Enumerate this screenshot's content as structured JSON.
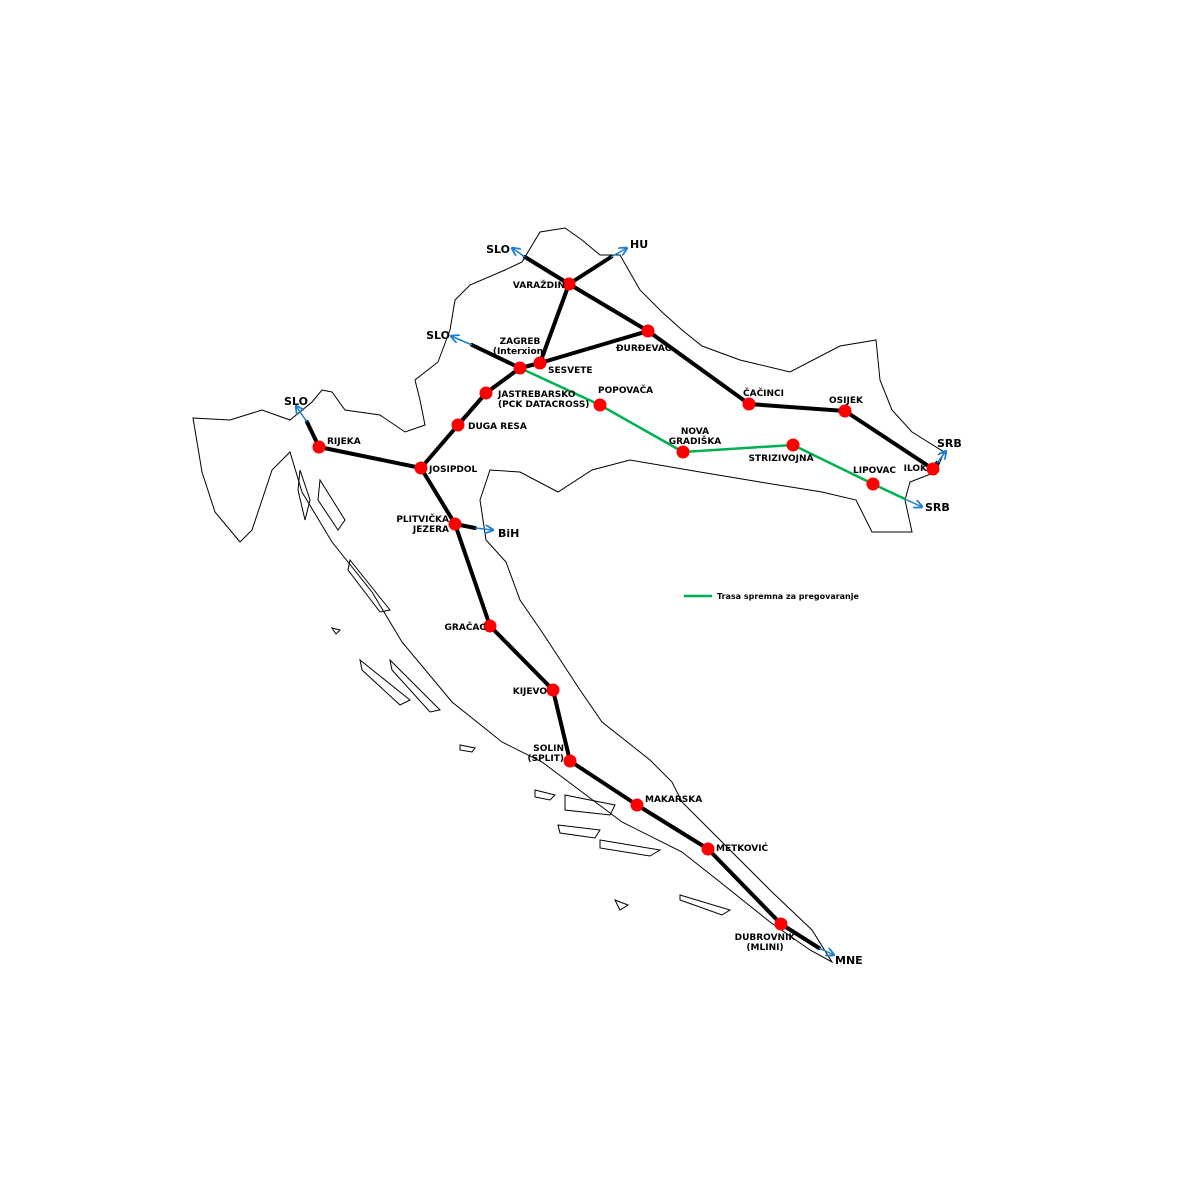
{
  "map": {
    "nodes": [
      {
        "id": "varazdin",
        "label": [
          "VARAŽDIN"
        ]
      },
      {
        "id": "djurdjevac",
        "label": [
          "ĐURĐEVAC"
        ]
      },
      {
        "id": "zagreb",
        "label": [
          "ZAGREB",
          "(Interxion)"
        ]
      },
      {
        "id": "sesvete",
        "label": [
          "SESVETE"
        ]
      },
      {
        "id": "jastrebarsko",
        "label": [
          "JASTREBARSKO",
          "(PCK DATACROSS)"
        ]
      },
      {
        "id": "duga_resa",
        "label": [
          "DUGA RESA"
        ]
      },
      {
        "id": "josipdol",
        "label": [
          "JOSIPDOL"
        ]
      },
      {
        "id": "rijeka",
        "label": [
          "RIJEKA"
        ]
      },
      {
        "id": "plitvicka",
        "label": [
          "PLITVIČKA",
          "JEZERA"
        ]
      },
      {
        "id": "gracac",
        "label": [
          "GRAČAC"
        ]
      },
      {
        "id": "kijevo",
        "label": [
          "KIJEVO"
        ]
      },
      {
        "id": "solin",
        "label": [
          "SOLIN",
          "(SPLIT)"
        ]
      },
      {
        "id": "makarska",
        "label": [
          "MAKARSKA"
        ]
      },
      {
        "id": "metkovic",
        "label": [
          "METKOVIĆ"
        ]
      },
      {
        "id": "dubrovnik",
        "label": [
          "DUBROVNIK",
          "(MLINI)"
        ]
      },
      {
        "id": "cacinci",
        "label": [
          "ČAČINCI"
        ]
      },
      {
        "id": "osijek",
        "label": [
          "OSIJEK"
        ]
      },
      {
        "id": "ilok",
        "label": [
          "ILOK"
        ]
      },
      {
        "id": "popovaca",
        "label": [
          "POPOVAČA"
        ]
      },
      {
        "id": "nova_gradiska",
        "label": [
          "NOVA",
          "GRADIŠKA"
        ]
      },
      {
        "id": "strizivojna",
        "label": [
          "STRIZIVOJNA"
        ]
      },
      {
        "id": "lipovac",
        "label": [
          "LIPOVAC"
        ]
      }
    ],
    "borders": [
      {
        "id": "slo1",
        "label": "SLO"
      },
      {
        "id": "hu",
        "label": "HU"
      },
      {
        "id": "slo2",
        "label": "SLO"
      },
      {
        "id": "slo3",
        "label": "SLO"
      },
      {
        "id": "bih",
        "label": "BiH"
      },
      {
        "id": "srb1",
        "label": "SRB"
      },
      {
        "id": "srb2",
        "label": "SRB"
      },
      {
        "id": "mne",
        "label": "MNE"
      }
    ],
    "black_links": [
      [
        "varazdin",
        "slo1"
      ],
      [
        "varazdin",
        "hu"
      ],
      [
        "varazdin",
        "djurdjevac"
      ],
      [
        "varazdin",
        "sesvete"
      ],
      [
        "zagreb",
        "sesvete"
      ],
      [
        "sesvete",
        "djurdjevac"
      ],
      [
        "zagreb",
        "slo2"
      ],
      [
        "zagreb",
        "jastrebarsko"
      ],
      [
        "jastrebarsko",
        "duga_resa"
      ],
      [
        "duga_resa",
        "josipdol"
      ],
      [
        "josipdol",
        "rijeka"
      ],
      [
        "rijeka",
        "slo3"
      ],
      [
        "josipdol",
        "plitvicka"
      ],
      [
        "plitvicka",
        "bih"
      ],
      [
        "plitvicka",
        "gracac"
      ],
      [
        "gracac",
        "kijevo"
      ],
      [
        "kijevo",
        "solin"
      ],
      [
        "solin",
        "makarska"
      ],
      [
        "makarska",
        "metkovic"
      ],
      [
        "metkovic",
        "dubrovnik"
      ],
      [
        "dubrovnik",
        "mne"
      ],
      [
        "djurdjevac",
        "cacinci"
      ],
      [
        "cacinci",
        "osijek"
      ],
      [
        "osijek",
        "ilok"
      ],
      [
        "ilok",
        "srb1"
      ]
    ],
    "green_links": [
      [
        "zagreb",
        "popovaca"
      ],
      [
        "popovaca",
        "nova_gradiska"
      ],
      [
        "nova_gradiska",
        "strizivojna"
      ],
      [
        "strizivojna",
        "lipovac"
      ],
      [
        "lipovac",
        "srb2"
      ]
    ],
    "colors": {
      "link": "#000000",
      "planned": "#00b050",
      "node": "#ff0000",
      "border_arrow": "#1a7fd4"
    },
    "legend": {
      "label": "Trasa spremna za pregovaranje"
    }
  }
}
